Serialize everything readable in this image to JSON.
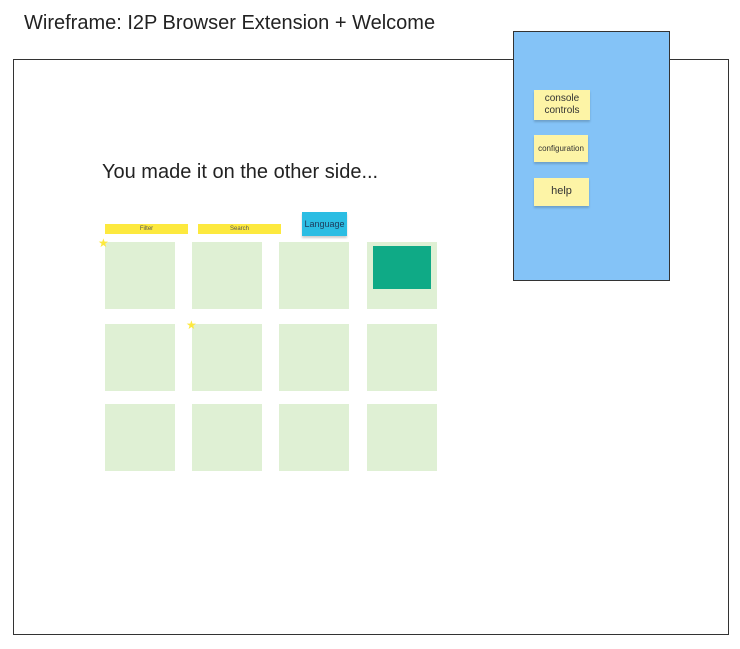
{
  "title": "Wireframe: I2P Browser Extension + Welcome",
  "headline": "You made it on the other side...",
  "bars": {
    "filter": "Filter",
    "search": "Search"
  },
  "language_label": "Language",
  "panel": {
    "console": "console\ncontrols",
    "configuration": "configuration",
    "help": "help"
  },
  "colors": {
    "panel": "#84c3f7",
    "sticky_note": "#fdf4a6",
    "yellow_bar": "#fde93e",
    "language_tag": "#2bbde3",
    "tile": "#dff0d4",
    "highlight_block": "#0faa86"
  },
  "icons": [
    "star-icon"
  ]
}
